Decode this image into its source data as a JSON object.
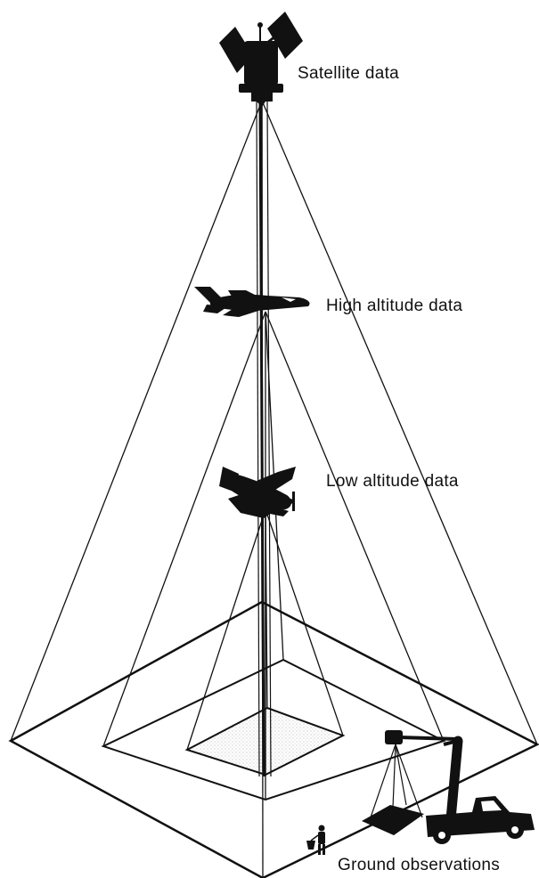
{
  "labels": {
    "satellite": "Satellite  data",
    "high_altitude": "High altitude data",
    "low_altitude": "Low altitude data",
    "ground": "Ground observations"
  },
  "colors": {
    "ink": "#111111",
    "ground_patch": "#bdbdbd"
  },
  "icons": [
    "satellite-icon",
    "jet-airplane-icon",
    "propeller-airplane-icon",
    "bucket-truck-icon",
    "person-icon"
  ]
}
